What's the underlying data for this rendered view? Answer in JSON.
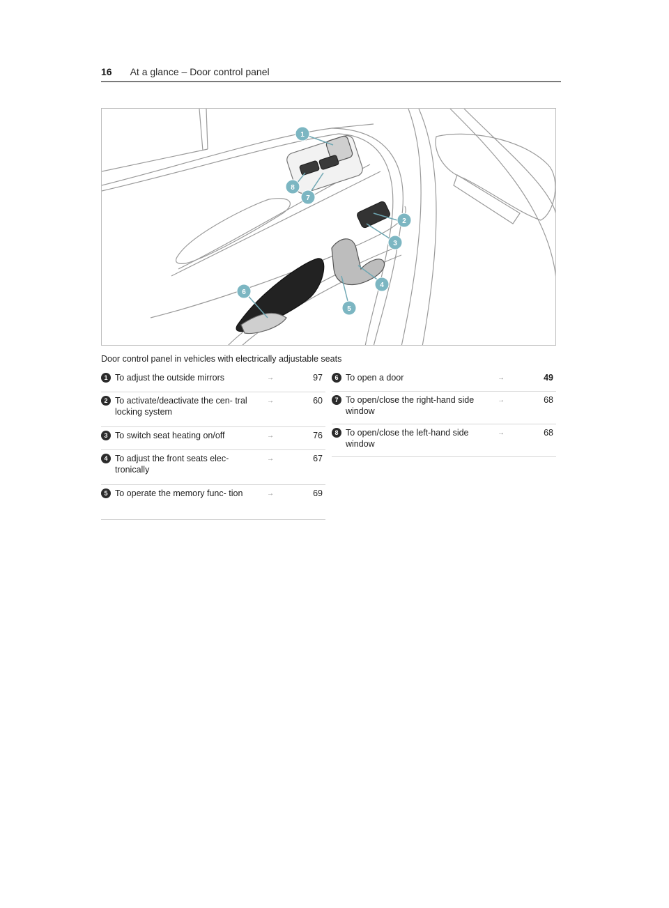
{
  "header": {
    "page_number": "16",
    "title": "At a glance – Door control panel"
  },
  "figure": {
    "callouts": [
      "1",
      "2",
      "3",
      "4",
      "5",
      "6",
      "7",
      "8"
    ]
  },
  "caption": "Door control panel in vehicles with electrically adjustable seats",
  "legend_left": [
    {
      "num": "1",
      "text": "To adjust the outside mirrors",
      "page": "97"
    },
    {
      "num": "2",
      "text": "To activate/deactivate the cen‐ tral locking system",
      "page": "60"
    },
    {
      "num": "3",
      "text": "To switch seat heating on/off",
      "page": "76"
    },
    {
      "num": "4",
      "text": "To adjust the front seats elec‐ tronically",
      "page": "67"
    },
    {
      "num": "5",
      "text": "To operate the memory func‐ tion",
      "page": "69"
    }
  ],
  "legend_right": [
    {
      "num": "6",
      "text": "To open a door",
      "page": "49"
    },
    {
      "num": "7",
      "text": "To open/close the right-hand side window",
      "page": "68"
    },
    {
      "num": "8",
      "text": "To open/close the left-hand side window",
      "page": "68"
    }
  ],
  "arrow_symbol": "→"
}
